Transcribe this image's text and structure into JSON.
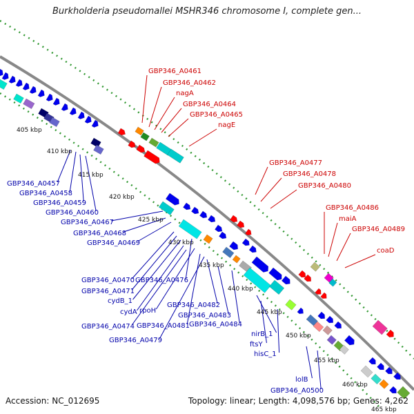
{
  "title": "Burkholderia pseudomallei MSHR346 chromosome I, complete gen...",
  "footer": {
    "accession": "Accession: NC_012695",
    "topology": "Topology: linear; Length: 4,098,576 bp; Genes: 4,262"
  },
  "colors": {
    "forward_label": "#cc0000",
    "reverse_label": "#0000aa",
    "backbone": "#888888",
    "tick": "#339933",
    "cds_blue": "#0000ee",
    "cds_red": "#ff0000"
  },
  "scale_labels": [
    "405 kbp",
    "410 kbp",
    "415 kbp",
    "420 kbp",
    "425 kbp",
    "430 kbp",
    "435 kbp",
    "440 kbp",
    "445 kbp",
    "450 kbp",
    "455 kbp",
    "460 kbp",
    "465 kbp"
  ],
  "forward_genes": [
    "GBP346_A0461",
    "GBP346_A0462",
    "nagA",
    "GBP346_A0464",
    "GBP346_A0465",
    "nagE",
    "GBP346_A0477",
    "GBP346_A0478",
    "GBP346_A0480",
    "GBP346_A0486",
    "maiA",
    "GBP346_A0489",
    "coaD"
  ],
  "reverse_genes": [
    "GBP346_A0457",
    "GBP346_A0458",
    "GBP346_A0459",
    "GBP346_A0460",
    "GBP346_A0467",
    "GBP346_A0468",
    "GBP346_A0469",
    "GBP346_A0470",
    "GBP346_A0476",
    "GBP346_A0471",
    "cydB_1",
    "cydA",
    "rpoH",
    "GBP346_A0482",
    "GBP346_A0483",
    "GBP346_A0484",
    "GBP346_A0474",
    "GBP346_A0481",
    "nirB_1",
    "GBP346_A0479",
    "ftsY",
    "hisC_1",
    "lolB",
    "GBP346_A0500"
  ]
}
